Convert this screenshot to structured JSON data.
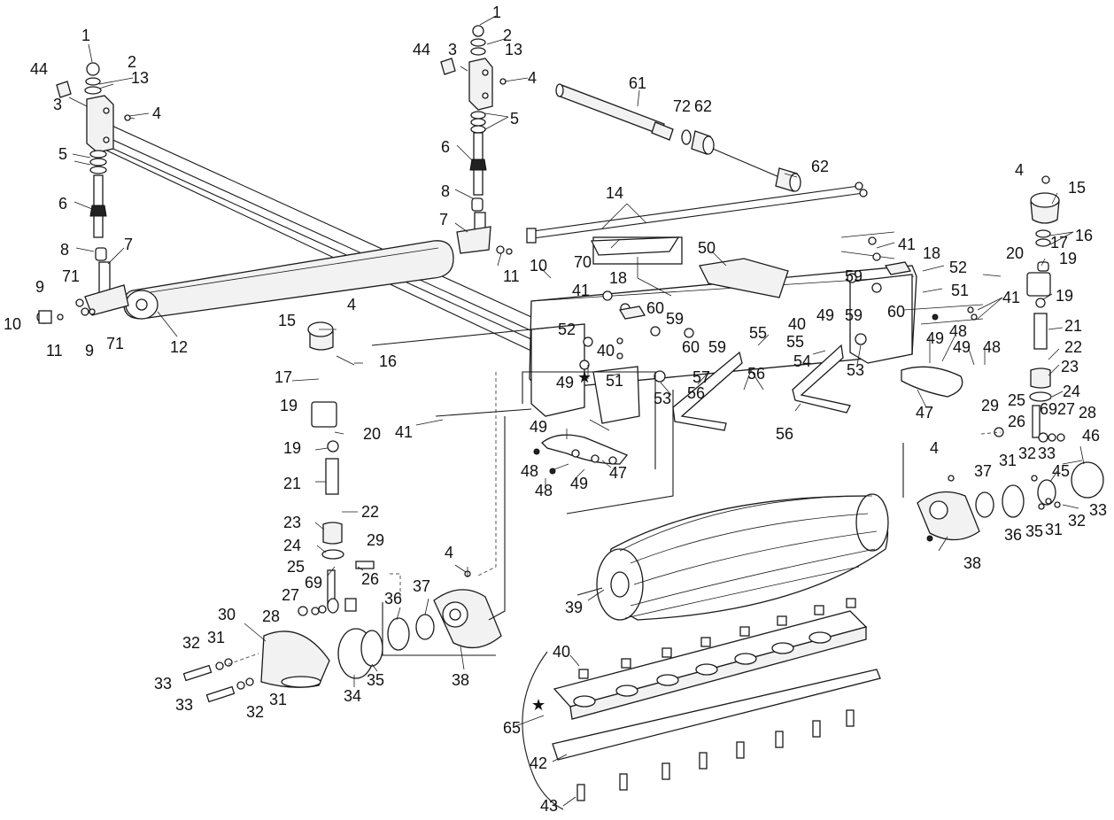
{
  "callouts": [
    {
      "id": "c1a",
      "text": "1"
    },
    {
      "id": "c2a",
      "text": "2"
    },
    {
      "id": "c13a",
      "text": "13"
    },
    {
      "id": "c44a",
      "text": "44"
    },
    {
      "id": "c3a",
      "text": "3"
    },
    {
      "id": "c4a",
      "text": "4"
    },
    {
      "id": "c5a",
      "text": "5"
    },
    {
      "id": "c6a",
      "text": "6"
    },
    {
      "id": "c8a",
      "text": "8"
    },
    {
      "id": "c7a",
      "text": "7"
    },
    {
      "id": "c9a",
      "text": "9"
    },
    {
      "id": "c71a",
      "text": "71"
    },
    {
      "id": "c10a",
      "text": "10"
    },
    {
      "id": "c11a",
      "text": "11"
    },
    {
      "id": "c9b",
      "text": "9"
    },
    {
      "id": "c71b",
      "text": "71"
    },
    {
      "id": "c12",
      "text": "12"
    },
    {
      "id": "c1b",
      "text": "1"
    },
    {
      "id": "c2b",
      "text": "2"
    },
    {
      "id": "c13b",
      "text": "13"
    },
    {
      "id": "c44b",
      "text": "44"
    },
    {
      "id": "c3b",
      "text": "3"
    },
    {
      "id": "c4b",
      "text": "4"
    },
    {
      "id": "c5b",
      "text": "5"
    },
    {
      "id": "c6b",
      "text": "6"
    },
    {
      "id": "c8b",
      "text": "8"
    },
    {
      "id": "c7b",
      "text": "7"
    },
    {
      "id": "c11b",
      "text": "11"
    },
    {
      "id": "c14",
      "text": "14"
    },
    {
      "id": "c61",
      "text": "61"
    },
    {
      "id": "c72",
      "text": "72"
    },
    {
      "id": "c62a",
      "text": "62"
    },
    {
      "id": "c62b",
      "text": "62"
    },
    {
      "id": "c70",
      "text": "70"
    },
    {
      "id": "c10b",
      "text": "10"
    },
    {
      "id": "c41a",
      "text": "41"
    },
    {
      "id": "c18a",
      "text": "18"
    },
    {
      "id": "c60a",
      "text": "60"
    },
    {
      "id": "c59a",
      "text": "59"
    },
    {
      "id": "c50",
      "text": "50"
    },
    {
      "id": "c52a",
      "text": "52"
    },
    {
      "id": "c40a",
      "text": "40"
    },
    {
      "id": "c49a",
      "text": "49"
    },
    {
      "id": "c51a",
      "text": "51"
    },
    {
      "id": "c53a",
      "text": "53"
    },
    {
      "id": "c60b",
      "text": "60"
    },
    {
      "id": "c59b",
      "text": "59"
    },
    {
      "id": "c57",
      "text": "57"
    },
    {
      "id": "c56a",
      "text": "56"
    },
    {
      "id": "c55a",
      "text": "55"
    },
    {
      "id": "c56b",
      "text": "56"
    },
    {
      "id": "c56c",
      "text": "56"
    },
    {
      "id": "c41b",
      "text": "41"
    },
    {
      "id": "c18b",
      "text": "18"
    },
    {
      "id": "c52b",
      "text": "52"
    },
    {
      "id": "c59c",
      "text": "59"
    },
    {
      "id": "c51b",
      "text": "51"
    },
    {
      "id": "c60c",
      "text": "60"
    },
    {
      "id": "c41c",
      "text": "41"
    },
    {
      "id": "c40b",
      "text": "40"
    },
    {
      "id": "c49b",
      "text": "49"
    },
    {
      "id": "c59d",
      "text": "59"
    },
    {
      "id": "c55b",
      "text": "55"
    },
    {
      "id": "c54",
      "text": "54"
    },
    {
      "id": "c53b",
      "text": "53"
    },
    {
      "id": "c49c",
      "text": "49"
    },
    {
      "id": "c48a",
      "text": "48"
    },
    {
      "id": "c49d",
      "text": "49"
    },
    {
      "id": "c48b",
      "text": "48"
    },
    {
      "id": "c47a",
      "text": "47"
    },
    {
      "id": "c15a",
      "text": "15"
    },
    {
      "id": "c4c",
      "text": "4"
    },
    {
      "id": "c16a",
      "text": "16"
    },
    {
      "id": "c17a",
      "text": "17"
    },
    {
      "id": "c19a",
      "text": "19"
    },
    {
      "id": "c20a",
      "text": "20"
    },
    {
      "id": "c41d",
      "text": "41"
    },
    {
      "id": "c19b",
      "text": "19"
    },
    {
      "id": "c21a",
      "text": "21"
    },
    {
      "id": "c23a",
      "text": "23"
    },
    {
      "id": "c22a",
      "text": "22"
    },
    {
      "id": "c24a",
      "text": "24"
    },
    {
      "id": "c25a",
      "text": "25"
    },
    {
      "id": "c29a",
      "text": "29"
    },
    {
      "id": "c26a",
      "text": "26"
    },
    {
      "id": "c69a",
      "text": "69"
    },
    {
      "id": "c27a",
      "text": "27"
    },
    {
      "id": "c28a",
      "text": "28"
    },
    {
      "id": "c30",
      "text": "30"
    },
    {
      "id": "c32a",
      "text": "32"
    },
    {
      "id": "c31a",
      "text": "31"
    },
    {
      "id": "c33a",
      "text": "33"
    },
    {
      "id": "c33b",
      "text": "33"
    },
    {
      "id": "c32b",
      "text": "32"
    },
    {
      "id": "c31b",
      "text": "31"
    },
    {
      "id": "c34",
      "text": "34"
    },
    {
      "id": "c35a",
      "text": "35"
    },
    {
      "id": "c36a",
      "text": "36"
    },
    {
      "id": "c37a",
      "text": "37"
    },
    {
      "id": "c4d",
      "text": "4"
    },
    {
      "id": "c38a",
      "text": "38"
    },
    {
      "id": "c39",
      "text": "39"
    },
    {
      "id": "c49e",
      "text": "49"
    },
    {
      "id": "c48c",
      "text": "48"
    },
    {
      "id": "c48d",
      "text": "48"
    },
    {
      "id": "c49f",
      "text": "49"
    },
    {
      "id": "c47b",
      "text": "47"
    },
    {
      "id": "c4e",
      "text": "4"
    },
    {
      "id": "c15b",
      "text": "15"
    },
    {
      "id": "c16b",
      "text": "16"
    },
    {
      "id": "c17b",
      "text": "17"
    },
    {
      "id": "c20b",
      "text": "20"
    },
    {
      "id": "c19c",
      "text": "19"
    },
    {
      "id": "c19d",
      "text": "19"
    },
    {
      "id": "c21b",
      "text": "21"
    },
    {
      "id": "c22b",
      "text": "22"
    },
    {
      "id": "c23b",
      "text": "23"
    },
    {
      "id": "c25b",
      "text": "25"
    },
    {
      "id": "c24b",
      "text": "24"
    },
    {
      "id": "c29b",
      "text": "29"
    },
    {
      "id": "c26b",
      "text": "26"
    },
    {
      "id": "c69b",
      "text": "69"
    },
    {
      "id": "c27b",
      "text": "27"
    },
    {
      "id": "c28b",
      "text": "28"
    },
    {
      "id": "c46",
      "text": "46"
    },
    {
      "id": "c4f",
      "text": "4"
    },
    {
      "id": "c37b",
      "text": "37"
    },
    {
      "id": "c31c",
      "text": "31"
    },
    {
      "id": "c32c",
      "text": "32"
    },
    {
      "id": "c33c",
      "text": "33"
    },
    {
      "id": "c45",
      "text": "45"
    },
    {
      "id": "c33d",
      "text": "33"
    },
    {
      "id": "c36b",
      "text": "36"
    },
    {
      "id": "c35b",
      "text": "35"
    },
    {
      "id": "c31d",
      "text": "31"
    },
    {
      "id": "c32d",
      "text": "32"
    },
    {
      "id": "c38b",
      "text": "38"
    },
    {
      "id": "c40c",
      "text": "40"
    },
    {
      "id": "c65",
      "text": "65"
    },
    {
      "id": "c42",
      "text": "42"
    },
    {
      "id": "c43",
      "text": "43"
    }
  ],
  "markers": {
    "star": "★"
  }
}
